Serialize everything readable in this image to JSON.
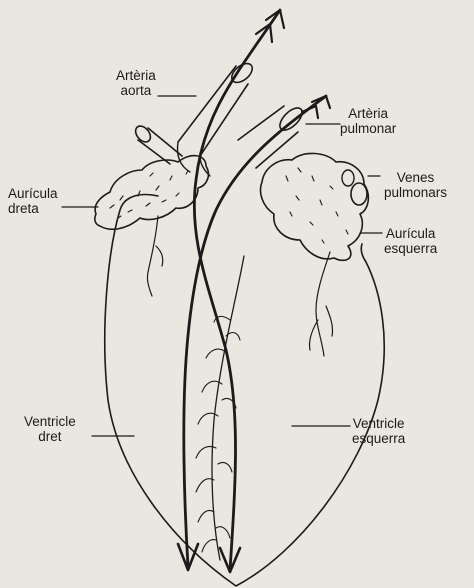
{
  "labels": {
    "arteria_aorta": {
      "line1": "Artèria",
      "line2": "aorta"
    },
    "arteria_pulmonar": {
      "line1": "Artèria",
      "line2": "pulmonar"
    },
    "venes_pulmonars": {
      "line1": "Venes",
      "line2": "pulmonars"
    },
    "auricula_dreta": {
      "line1": "Aurícula",
      "line2": "dreta"
    },
    "auricula_esquerra": {
      "line1": "Aurícula",
      "line2": "esquerra"
    },
    "ventricle_dret": {
      "line1": "Ventricle",
      "line2": "dret"
    },
    "ventricle_esquerra": {
      "line1": "Ventricle",
      "line2": "esquerra"
    }
  },
  "colors": {
    "paper": "#e9e7df",
    "ink": "#1b1b1b"
  }
}
